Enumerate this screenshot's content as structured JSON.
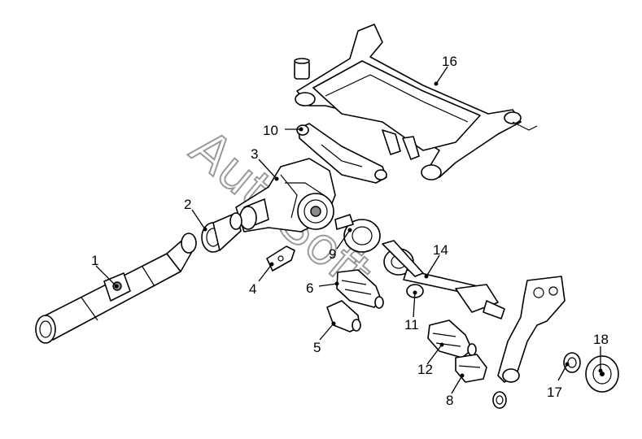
{
  "watermark": "AutoSoft",
  "callouts": [
    {
      "id": "1",
      "label": "1"
    },
    {
      "id": "2",
      "label": "2"
    },
    {
      "id": "3",
      "label": "3"
    },
    {
      "id": "4",
      "label": "4"
    },
    {
      "id": "5",
      "label": "5"
    },
    {
      "id": "6",
      "label": "6"
    },
    {
      "id": "8",
      "label": "8"
    },
    {
      "id": "9",
      "label": "9"
    },
    {
      "id": "10",
      "label": "10"
    },
    {
      "id": "11",
      "label": "11"
    },
    {
      "id": "12",
      "label": "12"
    },
    {
      "id": "14",
      "label": "14"
    },
    {
      "id": "16",
      "label": "16"
    },
    {
      "id": "17",
      "label": "17"
    },
    {
      "id": "18",
      "label": "18"
    }
  ],
  "colors": {
    "line": "#000000",
    "watermark": "#9a9a9a",
    "shade": "#8a8a8a",
    "background": "#ffffff"
  }
}
